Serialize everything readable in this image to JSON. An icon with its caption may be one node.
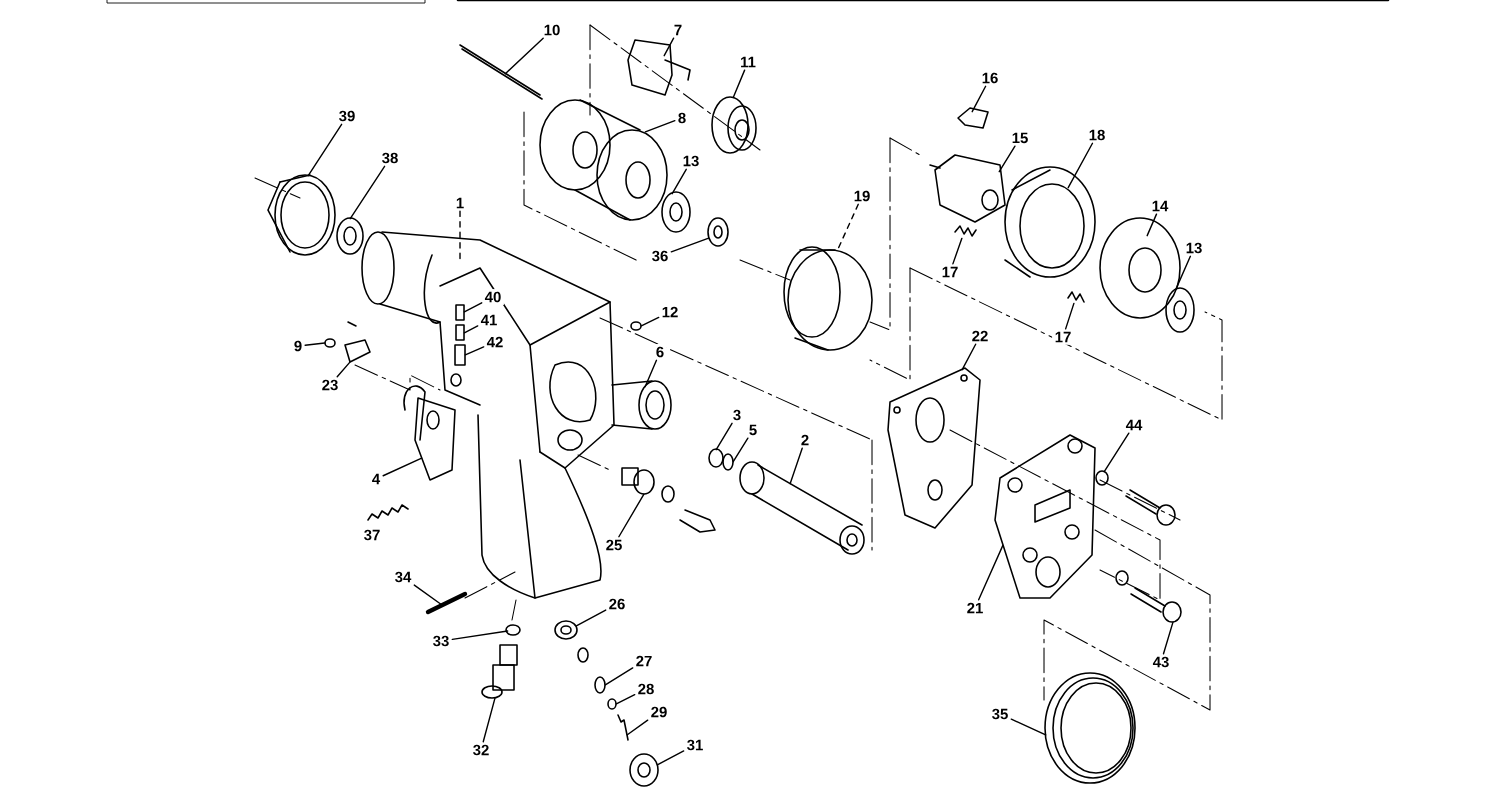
{
  "diagram": {
    "nodes": [
      {
        "text": [
          "10"
        ]
      },
      {
        "text": [
          "7"
        ]
      },
      {
        "text": [
          "11"
        ]
      },
      {
        "text": [
          "16"
        ]
      },
      {
        "text": [
          "39"
        ]
      },
      {
        "text": [
          "8"
        ]
      },
      {
        "text": [
          "18"
        ]
      },
      {
        "text": [
          "15"
        ]
      },
      {
        "text": [
          "38"
        ]
      },
      {
        "text": [
          "13"
        ]
      },
      {
        "text": [
          "19"
        ]
      },
      {
        "text": [
          "1"
        ]
      },
      {
        "text": [
          "14"
        ]
      },
      {
        "text": [
          "13"
        ]
      },
      {
        "text": [
          "36"
        ]
      },
      {
        "text": [
          "17"
        ]
      },
      {
        "text": [
          "40"
        ],
        "in": 53
      },
      {
        "text": [
          "12"
        ]
      },
      {
        "text": [
          "41"
        ],
        "in": 53
      },
      {
        "text": [
          "22"
        ]
      },
      {
        "text": [
          "17"
        ]
      },
      {
        "text": [
          "42"
        ],
        "in": 53
      },
      {
        "text": [
          "9"
        ]
      },
      {
        "text": [
          "6"
        ]
      },
      {
        "text": [
          "23"
        ]
      },
      {
        "text": [
          "3"
        ]
      },
      {
        "text": [
          "44"
        ]
      },
      {
        "text": [
          "5"
        ]
      },
      {
        "text": [
          "2"
        ]
      },
      {
        "text": [
          "4"
        ]
      },
      {
        "text": [
          "25"
        ]
      },
      {
        "text": [
          "34"
        ]
      },
      {
        "text": [
          "26"
        ]
      },
      {
        "text": [
          "21"
        ]
      },
      {
        "text": [
          "33"
        ]
      },
      {
        "text": [
          "27"
        ]
      },
      {
        "text": [
          "43"
        ]
      },
      {
        "text": [
          "28"
        ]
      },
      {
        "text": [
          "29"
        ]
      },
      {
        "text": [
          "35"
        ]
      },
      {
        "text": [
          "31"
        ]
      },
      {
        "text": [
          "32"
        ]
      },
      {
        "text": [],
        "shape": "picture"
      },
      {
        "text": [],
        "shape": "picture"
      },
      {
        "text": [],
        "shape": "picture"
      },
      {
        "text": [],
        "shape": "picture"
      },
      {
        "text": [],
        "shape": "picture"
      },
      {
        "text": [],
        "shape": "picture"
      },
      {
        "text": [],
        "shape": "picture"
      },
      {
        "text": [],
        "shape": "picture"
      },
      {
        "text": [],
        "shape": "picture"
      },
      {
        "text": [],
        "shape": "picture"
      },
      {
        "text": [],
        "shape": "picture"
      },
      {
        "text": [],
        "shape": "picture"
      },
      {
        "text": [],
        "shape": "picture"
      },
      {
        "text": [],
        "shape": "picture"
      },
      {
        "text": [],
        "shape": "picture"
      },
      {
        "text": [],
        "shape": "picture"
      },
      {
        "text": [],
        "shape": "box",
        "in": 53
      },
      {
        "text": [],
        "shape": "circle"
      },
      {
        "text": [],
        "shape": "box",
        "in": 53
      },
      {
        "text": [],
        "shape": "picture"
      },
      {
        "text": [],
        "shape": "picture"
      },
      {
        "text": [],
        "shape": "box",
        "in": 53
      },
      {
        "text": [],
        "shape": "circle"
      },
      {
        "text": [],
        "shape": "picture"
      },
      {
        "text": [],
        "shape": "picture"
      },
      {
        "text": [],
        "shape": "circle"
      },
      {
        "text": [],
        "shape": "circle"
      },
      {
        "text": [],
        "shape": "circle"
      },
      {
        "text": [],
        "shape": "picture"
      },
      {
        "text": [],
        "shape": "picture"
      },
      {
        "text": [],
        "shape": "picture"
      },
      {
        "text": [],
        "shape": "picture"
      },
      {
        "text": [],
        "shape": "picture"
      },
      {
        "text": [],
        "shape": "picture"
      },
      {
        "text": [],
        "shape": "circle"
      },
      {
        "text": [],
        "shape": "circle"
      },
      {
        "text": [],
        "shape": "picture"
      },
      {
        "text": [],
        "shape": "circle"
      },
      {
        "text": [],
        "shape": "picture"
      },
      {
        "text": [],
        "shape": "picture"
      },
      {
        "text": [],
        "shape": "picture"
      },
      {
        "text": [],
        "shape": "picture"
      }
    ],
    "edges": [
      {
        "from": 0,
        "to": 42,
        "arrow": "none"
      },
      {
        "from": 1,
        "to": 43,
        "arrow": "none"
      },
      {
        "from": 2,
        "to": 44,
        "arrow": "none"
      },
      {
        "from": 3,
        "to": 45,
        "arrow": "none"
      },
      {
        "from": 4,
        "to": 46,
        "arrow": "none"
      },
      {
        "from": 5,
        "to": 47,
        "arrow": "none"
      },
      {
        "from": 6,
        "to": 48,
        "arrow": "none"
      },
      {
        "from": 7,
        "to": 49,
        "arrow": "none"
      },
      {
        "from": 8,
        "to": 50,
        "arrow": "none"
      },
      {
        "from": 9,
        "to": 51,
        "arrow": "none"
      },
      {
        "from": 10,
        "to": 52,
        "arrow": "none",
        "style": "dashed"
      },
      {
        "from": 11,
        "to": 53,
        "arrow": "none",
        "style": "dashed"
      },
      {
        "from": 12,
        "to": 54,
        "arrow": "none"
      },
      {
        "from": 13,
        "to": 55,
        "arrow": "none"
      },
      {
        "from": 14,
        "to": 56,
        "arrow": "none"
      },
      {
        "from": 15,
        "to": 57,
        "arrow": "none"
      },
      {
        "from": 16,
        "to": 58,
        "arrow": "none"
      },
      {
        "from": 17,
        "to": 59,
        "arrow": "none"
      },
      {
        "from": 18,
        "to": 60,
        "arrow": "none"
      },
      {
        "from": 19,
        "to": 61,
        "arrow": "none"
      },
      {
        "from": 20,
        "to": 62,
        "arrow": "none"
      },
      {
        "from": 21,
        "to": 63,
        "arrow": "none"
      },
      {
        "from": 22,
        "to": 64,
        "arrow": "none"
      },
      {
        "from": 23,
        "to": 65,
        "arrow": "none"
      },
      {
        "from": 24,
        "to": 66,
        "arrow": "none"
      },
      {
        "from": 25,
        "to": 67,
        "arrow": "none"
      },
      {
        "from": 26,
        "to": 68,
        "arrow": "none"
      },
      {
        "from": 27,
        "to": 69,
        "arrow": "none"
      },
      {
        "from": 28,
        "to": 70,
        "arrow": "none"
      },
      {
        "from": 29,
        "to": 71,
        "arrow": "none"
      },
      {
        "from": 30,
        "to": 72,
        "arrow": "none"
      },
      {
        "from": 31,
        "to": 73,
        "arrow": "none"
      },
      {
        "from": 32,
        "to": 74,
        "arrow": "none"
      },
      {
        "from": 33,
        "to": 75,
        "arrow": "none"
      },
      {
        "from": 34,
        "to": 76,
        "arrow": "none"
      },
      {
        "from": 35,
        "to": 77,
        "arrow": "none"
      },
      {
        "from": 36,
        "to": 78,
        "arrow": "none"
      },
      {
        "from": 37,
        "to": 79,
        "arrow": "none"
      },
      {
        "from": 38,
        "to": 80,
        "arrow": "none"
      },
      {
        "from": 39,
        "to": 81,
        "arrow": "none"
      },
      {
        "from": 40,
        "to": 82,
        "arrow": "none"
      },
      {
        "from": 41,
        "to": 83,
        "arrow": "none"
      }
    ],
    "labels": [
      "37"
    ]
  }
}
